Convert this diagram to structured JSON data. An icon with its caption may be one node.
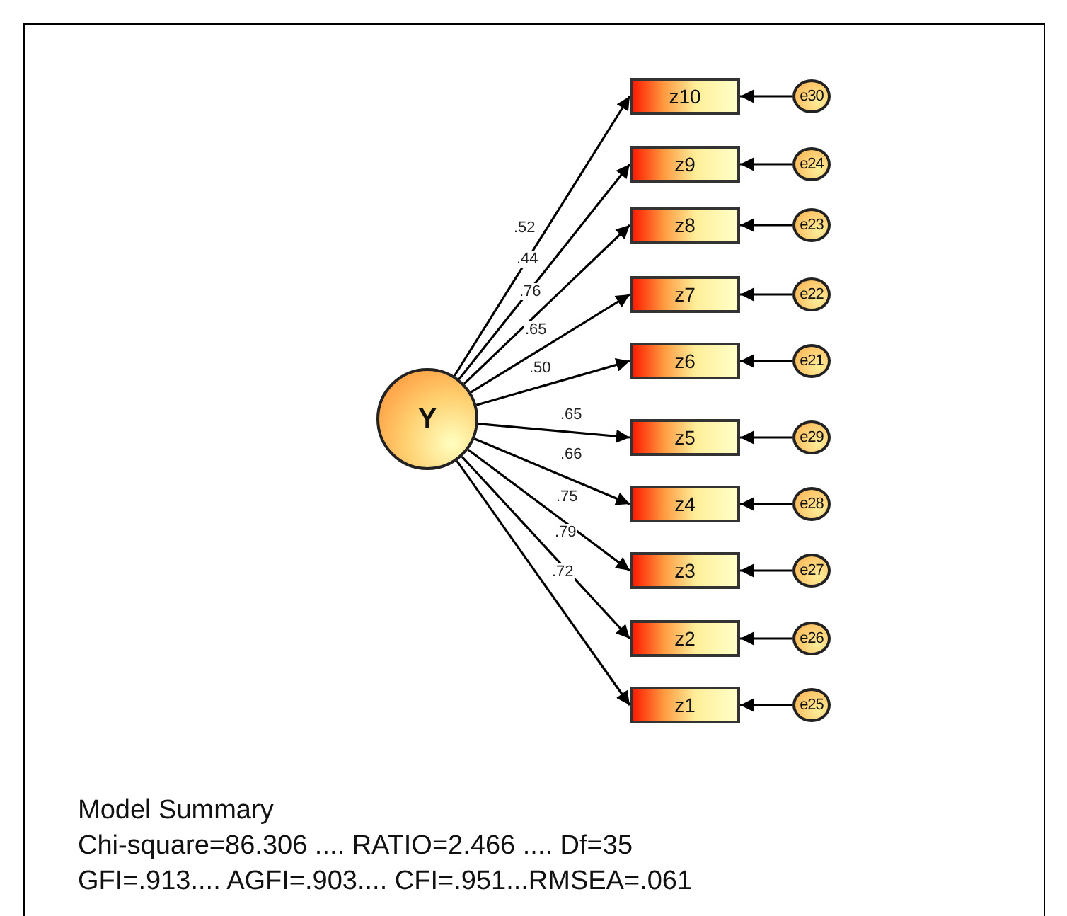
{
  "diagram": {
    "nodes": [
      {
        "text": [
          "Y"
        ]
      },
      {
        "text": [
          "z10"
        ]
      },
      {
        "text": [
          "z9"
        ]
      },
      {
        "text": [
          "z8"
        ]
      },
      {
        "text": [
          "z7"
        ]
      },
      {
        "text": [
          "z6"
        ]
      },
      {
        "text": [
          "z5"
        ]
      },
      {
        "text": [
          "z4"
        ]
      },
      {
        "text": [
          "z3"
        ]
      },
      {
        "text": [
          "z2"
        ]
      },
      {
        "text": [
          "z1"
        ]
      },
      {
        "text": [
          "e30"
        ]
      },
      {
        "text": [
          "e24"
        ]
      },
      {
        "text": [
          "e23"
        ]
      },
      {
        "text": [
          "e22"
        ]
      },
      {
        "text": [
          "e21"
        ]
      },
      {
        "text": [
          "e29"
        ]
      },
      {
        "text": [
          "e28"
        ]
      },
      {
        "text": [
          "e27"
        ]
      },
      {
        "text": [
          "e26"
        ]
      },
      {
        "text": [
          "e25"
        ]
      }
    ],
    "edges": [
      {
        "from": 0,
        "to": 1,
        "arrow": "to",
        "label": ".52"
      },
      {
        "from": 0,
        "to": 2,
        "arrow": "to",
        "label": ".44"
      },
      {
        "from": 0,
        "to": 3,
        "arrow": "to",
        "label": ".76"
      },
      {
        "from": 0,
        "to": 4,
        "arrow": "to",
        "label": ".65"
      },
      {
        "from": 0,
        "to": 5,
        "arrow": "to",
        "label": ".50"
      },
      {
        "from": 0,
        "to": 6,
        "arrow": "to",
        "label": ".65"
      },
      {
        "from": 0,
        "to": 7,
        "arrow": "to",
        "label": ".66"
      },
      {
        "from": 0,
        "to": 8,
        "arrow": "to",
        "label": ".75"
      },
      {
        "from": 0,
        "to": 9,
        "arrow": "to",
        "label": ".79"
      },
      {
        "from": 0,
        "to": 10,
        "arrow": "to",
        "label": ".72"
      },
      {
        "from": 11,
        "to": 1,
        "arrow": "to"
      },
      {
        "from": 12,
        "to": 2,
        "arrow": "to"
      },
      {
        "from": 13,
        "to": 3,
        "arrow": "to"
      },
      {
        "from": 14,
        "to": 4,
        "arrow": "to"
      },
      {
        "from": 15,
        "to": 5,
        "arrow": "to"
      },
      {
        "from": 16,
        "to": 6,
        "arrow": "to"
      },
      {
        "from": 17,
        "to": 7,
        "arrow": "to"
      },
      {
        "from": 18,
        "to": 8,
        "arrow": "to"
      },
      {
        "from": 19,
        "to": 9,
        "arrow": "to"
      },
      {
        "from": 20,
        "to": 10,
        "arrow": "to"
      }
    ],
    "labels": [
      "Model Summary",
      "Chi-square=86.306 .... RATIO=2.466 .... Df=35",
      "GFI=.913.... AGFI=.903.... CFI=.951...RMSEA=.061"
    ]
  }
}
